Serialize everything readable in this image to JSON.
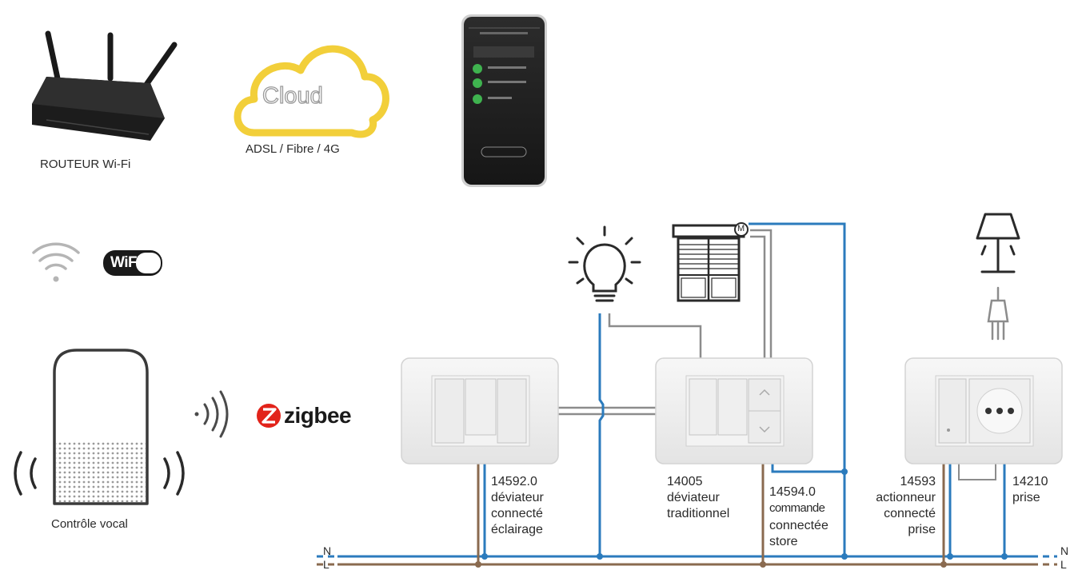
{
  "devices": {
    "router": {
      "label": "ROUTEUR Wi-Fi"
    },
    "cloud": {
      "label": "Cloud",
      "connection": "ADSL / Fibre / 4G"
    },
    "voice": {
      "label": "Contrôle vocal"
    },
    "wifi_logo": "WiFi",
    "zigbee_logo": "zigbee"
  },
  "products": [
    {
      "code": "14592.0",
      "desc": [
        "déviateur",
        "connecté",
        "éclairage"
      ]
    },
    {
      "code": "14005",
      "desc": [
        "déviateur",
        "traditionnel"
      ]
    },
    {
      "code": "14594.0",
      "desc": [
        "commande",
        "connectée",
        "store"
      ]
    },
    {
      "code": "14593",
      "desc": [
        "actionneur",
        "connecté",
        "prise"
      ]
    },
    {
      "code": "14210",
      "desc": [
        "prise"
      ]
    }
  ],
  "lines": {
    "neutral": "N",
    "live": "L"
  },
  "motor_label": "M",
  "colors": {
    "neutral_wire": "#2b7bbd",
    "live_wire": "#8a6a4f",
    "control_wire": "#8c8c8c",
    "cloud": "#f2cf3a",
    "zigbee_red": "#e2231a"
  }
}
